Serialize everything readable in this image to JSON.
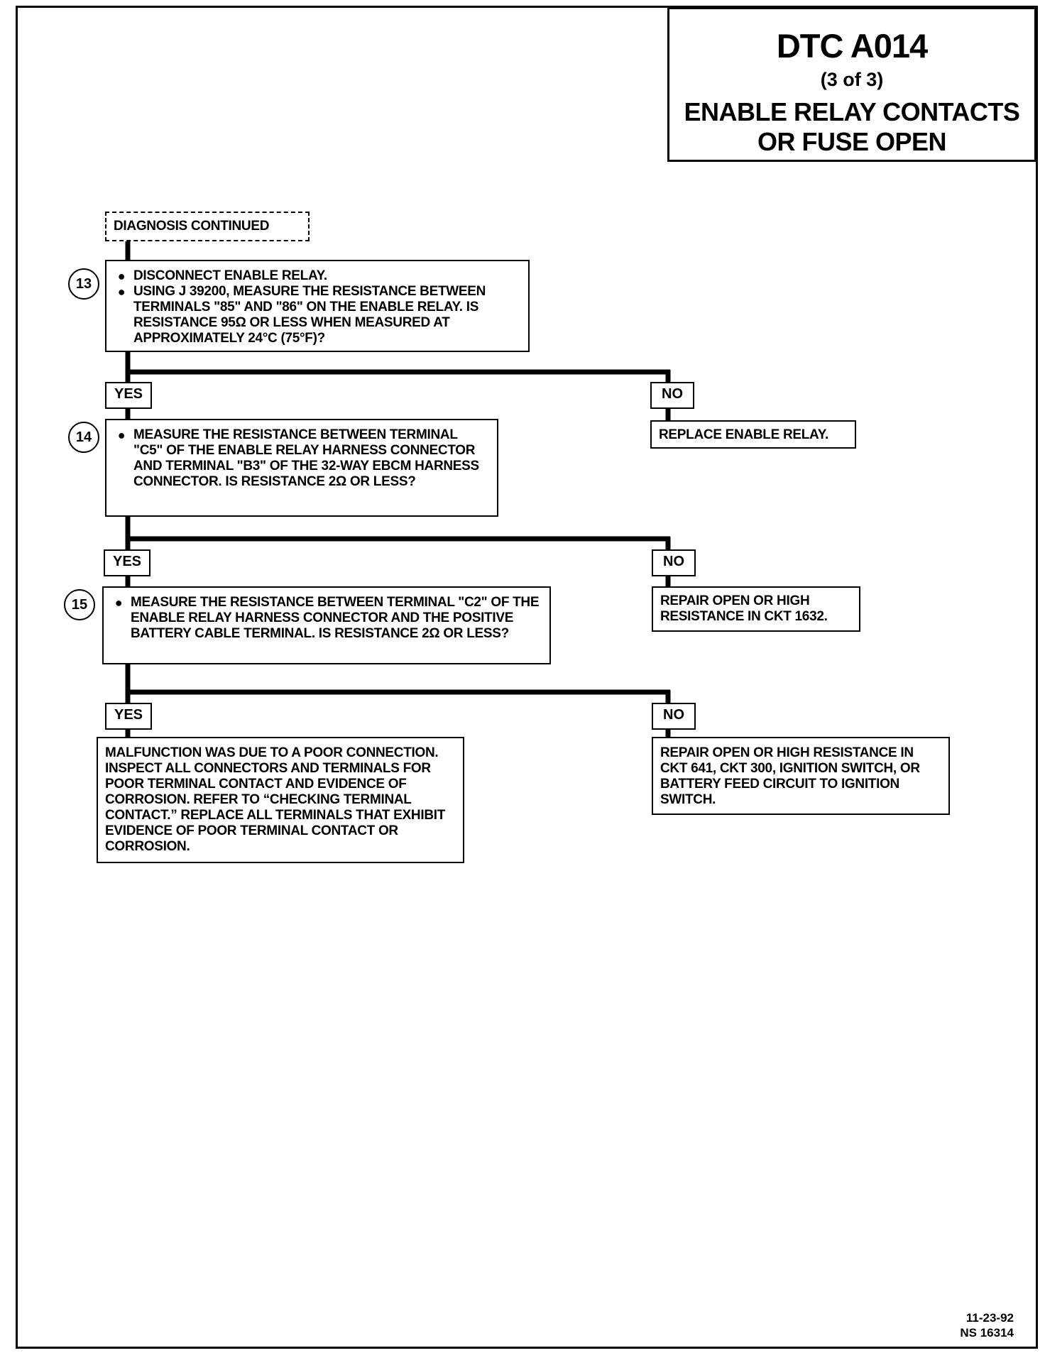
{
  "header": {
    "code": "DTC A014",
    "part": "(3 of 3)",
    "title_line1": "ENABLE RELAY CONTACTS",
    "title_line2": "OR FUSE OPEN"
  },
  "start_box": "DIAGNOSIS CONTINUED",
  "steps": [
    {
      "number": "13",
      "bullets": [
        "DISCONNECT ENABLE RELAY.",
        "USING J 39200, MEASURE THE RESISTANCE BETWEEN TERMINALS \"85\" AND \"86\" ON THE ENABLE RELAY. IS RESISTANCE 95Ω OR LESS WHEN MEASURED AT APPROXIMATELY 24°C (75°F)?"
      ]
    },
    {
      "number": "14",
      "bullets": [
        "MEASURE THE RESISTANCE BETWEEN TERMINAL \"C5\" OF THE ENABLE RELAY HARNESS CONNECTOR AND TERMINAL \"B3\" OF THE 32-WAY EBCM HARNESS CONNECTOR. IS RESISTANCE 2Ω OR LESS?"
      ]
    },
    {
      "number": "15",
      "bullets": [
        "MEASURE THE RESISTANCE BETWEEN TERMINAL \"C2\" OF THE ENABLE RELAY HARNESS CONNECTOR AND THE POSITIVE BATTERY CABLE TERMINAL. IS RESISTANCE 2Ω OR LESS?"
      ]
    }
  ],
  "branches": {
    "yes_label": "YES",
    "no_label": "NO",
    "no_13": "REPLACE ENABLE RELAY.",
    "no_14": "REPAIR OPEN OR HIGH RESISTANCE IN CKT 1632.",
    "yes_15": "MALFUNCTION WAS DUE TO A POOR CONNECTION. INSPECT ALL CONNECTORS AND TERMINALS FOR POOR TERMINAL CONTACT AND EVIDENCE OF CORROSION. REFER TO “CHECKING TERMINAL CONTACT.” REPLACE ALL TERMINALS THAT EXHIBIT EVIDENCE OF POOR TERMINAL CONTACT OR CORROSION.",
    "no_15": "REPAIR OPEN OR HIGH RESISTANCE IN CKT 641, CKT 300, IGNITION SWITCH, OR BATTERY FEED CIRCUIT TO IGNITION SWITCH."
  },
  "footer": {
    "date": "11-23-92",
    "ref": "NS 16314"
  }
}
